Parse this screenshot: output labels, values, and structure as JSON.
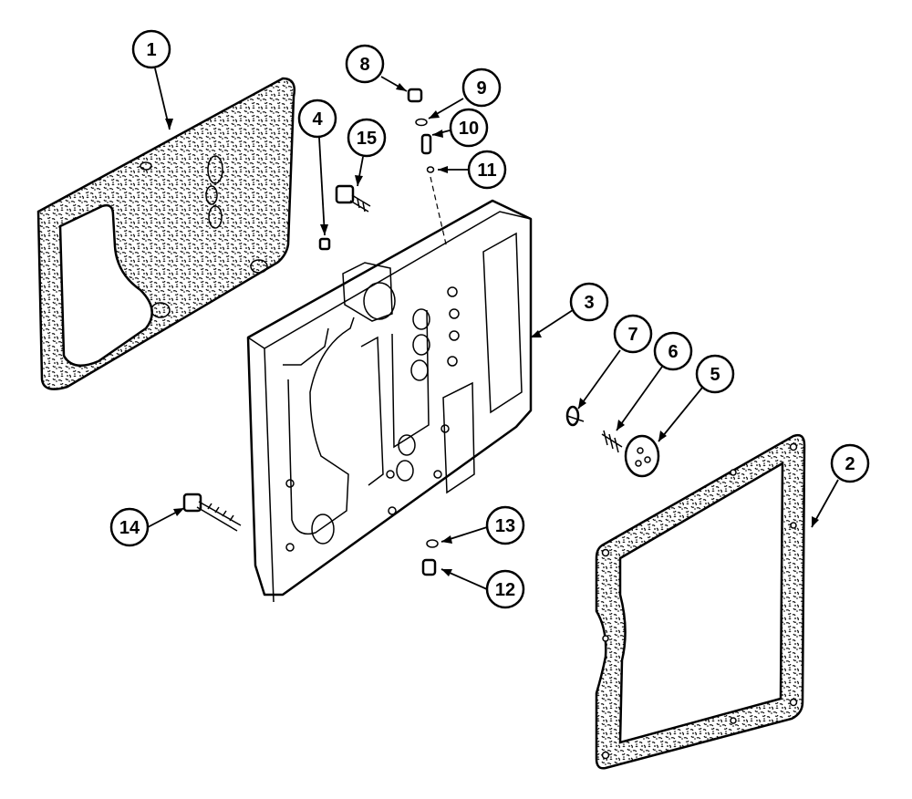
{
  "diagram": {
    "type": "exploded-parts-view",
    "callouts": [
      {
        "id": "c1",
        "label": "1"
      },
      {
        "id": "c2",
        "label": "2"
      },
      {
        "id": "c3",
        "label": "3"
      },
      {
        "id": "c4",
        "label": "4"
      },
      {
        "id": "c5",
        "label": "5"
      },
      {
        "id": "c6",
        "label": "6"
      },
      {
        "id": "c7",
        "label": "7"
      },
      {
        "id": "c8",
        "label": "8"
      },
      {
        "id": "c9",
        "label": "9"
      },
      {
        "id": "c10",
        "label": "10"
      },
      {
        "id": "c11",
        "label": "11"
      },
      {
        "id": "c12",
        "label": "12"
      },
      {
        "id": "c13",
        "label": "13"
      },
      {
        "id": "c14",
        "label": "14"
      },
      {
        "id": "c15",
        "label": "15"
      }
    ]
  }
}
